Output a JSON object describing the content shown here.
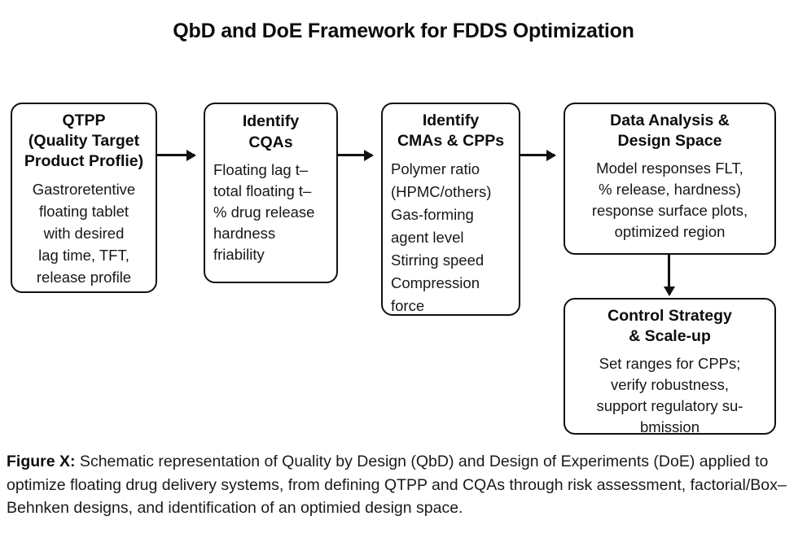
{
  "figure": {
    "title": "QbD and DoE Framework for FDDS Optimization",
    "caption_label": "Figure X:",
    "caption_text": " Schematic representation of Quality by Design (QbD) and Design of Experiments (DoE) applied to optimize floating drug delivery systems, from defining QTPP and CQAs through risk assessment, factorial/Box–Behnken designs, and identification of an optimied design space."
  },
  "flow": {
    "boxes": [
      {
        "id": "qtpp",
        "heading": "QTPP\n(Quality Target\nProduct Proflie)",
        "body": "Gastroretentive\nfloating tablet\nwith desired\nlag time, TFT,\nrelease profile",
        "align": "center"
      },
      {
        "id": "cqas",
        "heading": "Identify\nCQAs",
        "body": "Floating lag t–\ntotal floating t–\n% drug release\nhardness\nfriability",
        "align": "left"
      },
      {
        "id": "cmas-cpps",
        "heading": "Identify\nCMAs & CPPs",
        "body": "Polymer ratio\n(HPMC/others)\nGas-forming\nagent level\nStirring speed\nCompression\nforce",
        "align": "left"
      },
      {
        "id": "data-analysis",
        "heading": "Data Analysis &\nDesign Space",
        "body": "Model responses FLT,\n% release, hardness)\nresponse surface plots,\noptimized region",
        "align": "center"
      },
      {
        "id": "control",
        "heading": "Control Strategy\n& Scale-up",
        "body": "Set ranges for CPPs;\nverify robustness,\nsupport regulatory su-\nbmission",
        "align": "center"
      }
    ],
    "arrows": [
      {
        "id": "qtpp-to-cqas",
        "direction": "right"
      },
      {
        "id": "cqas-to-cmas",
        "direction": "right"
      },
      {
        "id": "cmas-to-data",
        "direction": "right"
      },
      {
        "id": "data-to-control",
        "direction": "down"
      }
    ]
  },
  "colors": {
    "stroke": "#111111",
    "background": "#ffffff",
    "text": "#171717"
  }
}
